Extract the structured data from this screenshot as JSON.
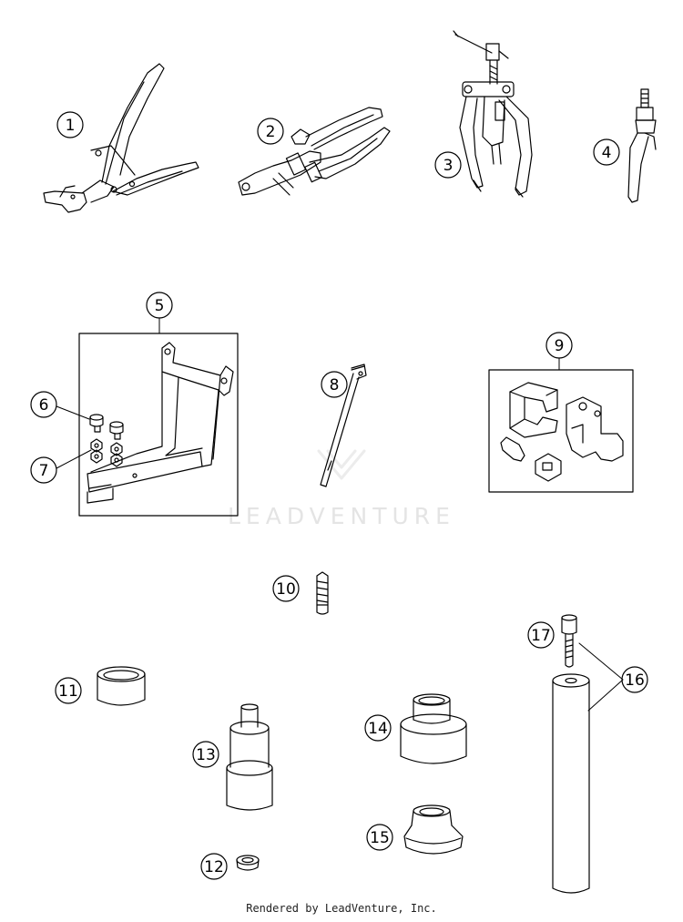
{
  "watermark": "LEADVENTURE",
  "footer": "Rendered by LeadVenture, Inc.",
  "callouts": [
    "1",
    "2",
    "3",
    "4",
    "5",
    "6",
    "7",
    "8",
    "9",
    "10",
    "11",
    "12",
    "13",
    "14",
    "15",
    "16",
    "17"
  ],
  "colors": {
    "line": "#000000",
    "watermark": "#e4e4e4"
  }
}
